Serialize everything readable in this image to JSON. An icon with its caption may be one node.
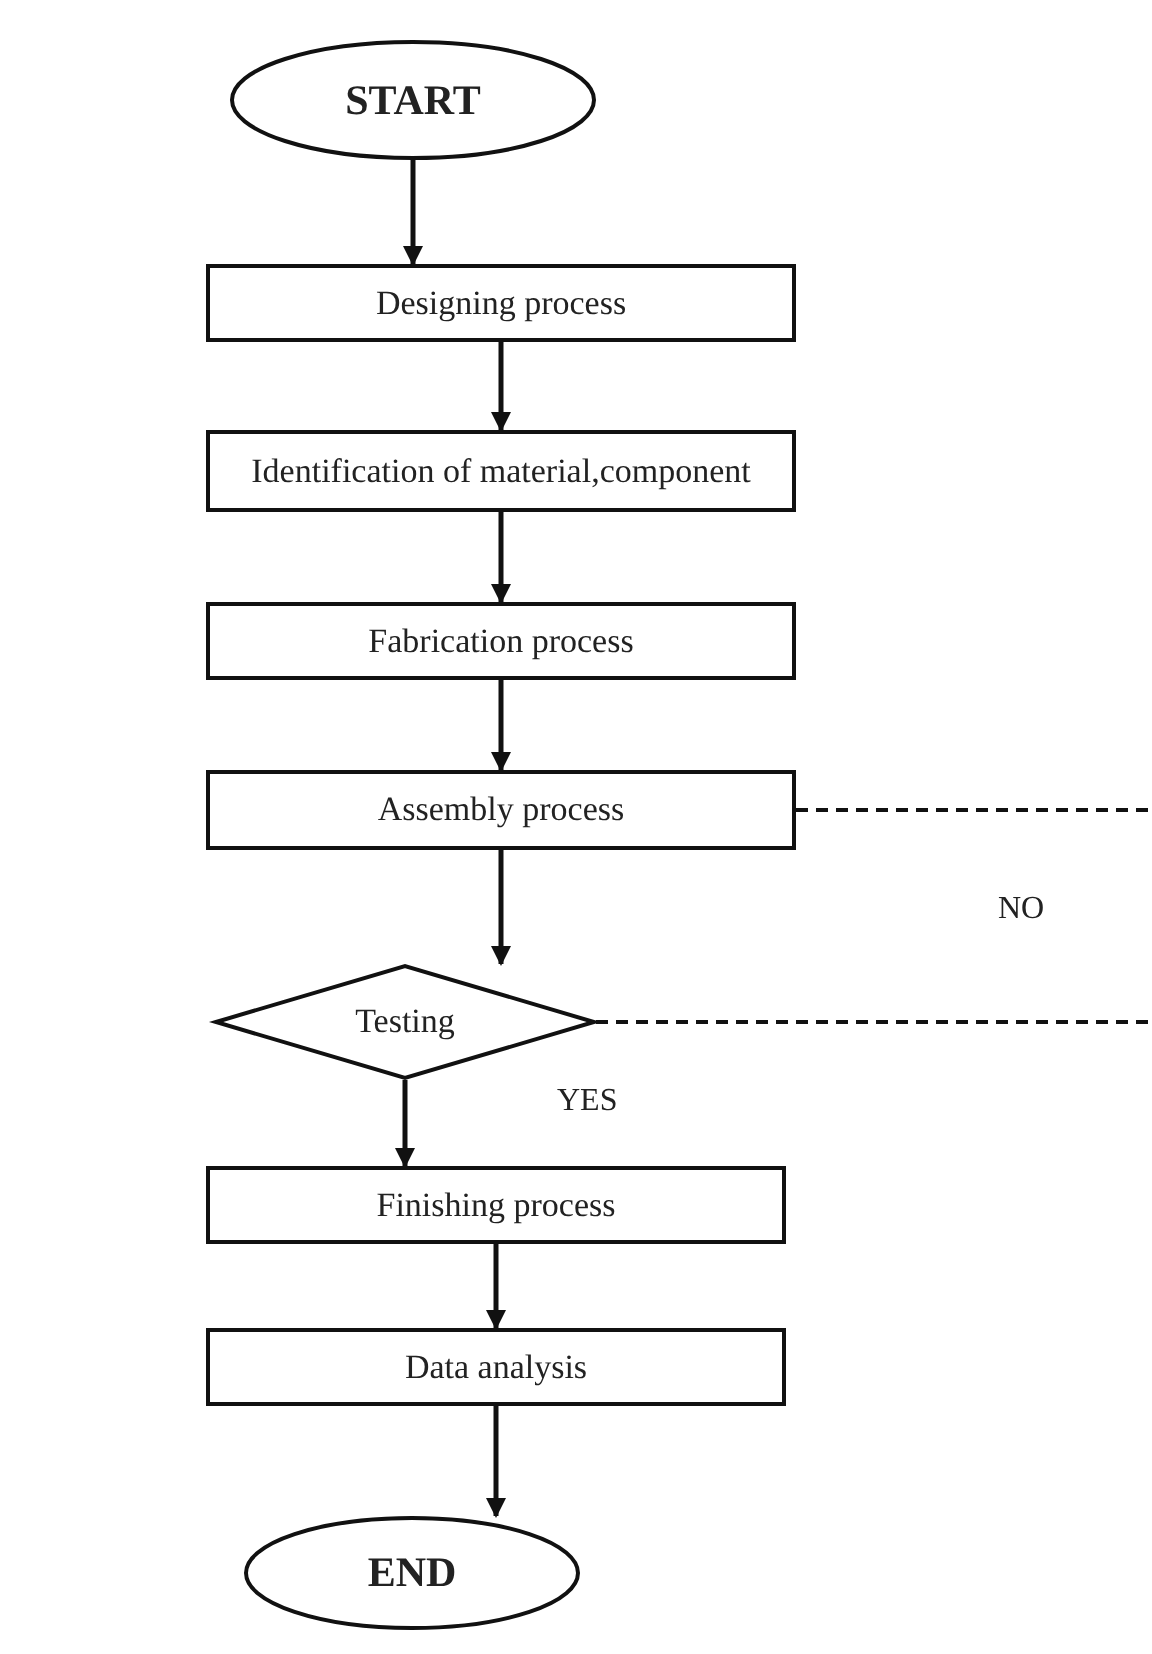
{
  "diagram": {
    "nodes": [
      {
        "text": [
          "START"
        ]
      },
      {
        "text": [
          "Designing process"
        ]
      },
      {
        "text": [
          "Identification of material,component"
        ]
      },
      {
        "text": [
          "Fabrication process"
        ]
      },
      {
        "text": [
          "Assembly process"
        ]
      },
      {
        "text": [
          "Testing"
        ]
      },
      {
        "text": [
          "Finishing process"
        ]
      },
      {
        "text": [
          "Data analysis"
        ]
      },
      {
        "text": [
          "END"
        ]
      }
    ],
    "edges": [
      {
        "from": 0,
        "to": 1,
        "arrow": "to"
      },
      {
        "from": 1,
        "to": 2,
        "arrow": "to"
      },
      {
        "from": 2,
        "to": 3,
        "arrow": "to"
      },
      {
        "from": 3,
        "to": 4,
        "arrow": "to"
      },
      {
        "from": 4,
        "to": 5,
        "arrow": "to"
      },
      {
        "from": 5,
        "to": 6,
        "arrow": "to",
        "label": "YES"
      },
      {
        "from": 6,
        "to": 7,
        "arrow": "to"
      },
      {
        "from": 7,
        "to": 8,
        "arrow": "to"
      },
      {
        "from": 4,
        "to": null,
        "arrow": "none",
        "style": "dashed"
      },
      {
        "from": 5,
        "to": null,
        "arrow": "none",
        "style": "dashed"
      }
    ],
    "labels": [
      "NO"
    ]
  }
}
